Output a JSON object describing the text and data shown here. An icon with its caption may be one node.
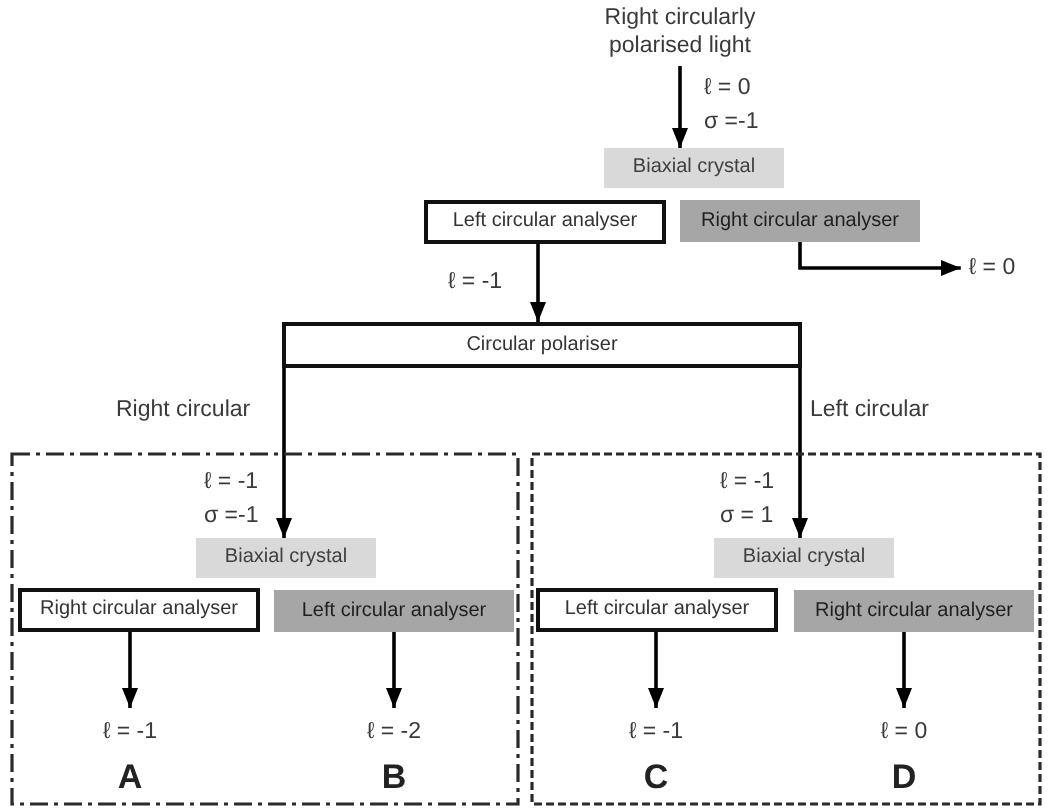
{
  "diagram": {
    "nodes": [
      {
        "text": [
          "Right circularly polarised light"
        ]
      },
      {
        "text": [
          "Biaxial crystal"
        ]
      },
      {
        "text": [
          "Left circular analyser"
        ]
      },
      {
        "text": [
          "Right circular analyser"
        ]
      },
      {
        "text": [
          "ℓ = 0"
        ]
      },
      {
        "text": [
          "Circular polariser"
        ]
      },
      {
        "text": [],
        "shape": "box"
      },
      {
        "text": [
          "Biaxial crystal"
        ],
        "in": 6
      },
      {
        "text": [
          "Right circular analyser"
        ],
        "in": 6
      },
      {
        "text": [
          "Left circular analyser"
        ],
        "in": 6
      },
      {
        "text": [
          "ℓ = -1"
        ],
        "in": 6,
        "beside": [
          "A"
        ]
      },
      {
        "text": [
          "ℓ = -2"
        ],
        "in": 6,
        "beside": [
          "B"
        ]
      },
      {
        "text": [],
        "shape": "box"
      },
      {
        "text": [
          "Biaxial crystal"
        ],
        "in": 12
      },
      {
        "text": [
          "Left circular analyser"
        ],
        "in": 12
      },
      {
        "text": [
          "Right circular analyser"
        ],
        "in": 12
      },
      {
        "text": [
          "ℓ = -1"
        ],
        "in": 12,
        "beside": [
          "C"
        ]
      },
      {
        "text": [
          "ℓ = 0"
        ],
        "in": 12,
        "beside": [
          "D"
        ]
      }
    ],
    "edges": [
      {
        "from": 0,
        "to": 1,
        "arrow": "to",
        "label": "ℓ = 0 σ =-1"
      },
      {
        "from": 2,
        "to": 5,
        "arrow": "to",
        "label": "ℓ = -1"
      },
      {
        "from": 3,
        "to": 4,
        "arrow": "to"
      },
      {
        "from": 5,
        "to": 7,
        "arrow": "to",
        "label": "Right circular"
      },
      {
        "from": 5,
        "to": 13,
        "arrow": "to",
        "label": "Left circular"
      },
      {
        "from": 8,
        "to": 10,
        "arrow": "to"
      },
      {
        "from": 9,
        "to": 11,
        "arrow": "to"
      },
      {
        "from": 14,
        "to": 16,
        "arrow": "to"
      },
      {
        "from": 15,
        "to": 17,
        "arrow": "to"
      }
    ],
    "labels": [
      "ℓ = -1 σ =-1",
      "ℓ = -1 σ = 1"
    ]
  }
}
